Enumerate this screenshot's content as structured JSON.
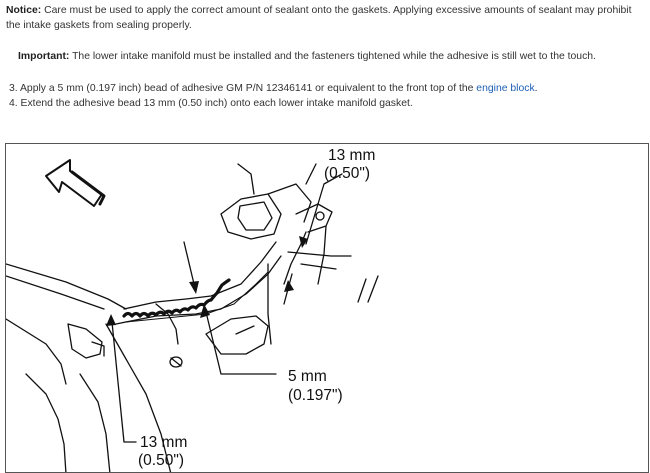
{
  "notice": {
    "label": "Notice:",
    "text": " Care must be used to apply the correct amount of sealant onto the gaskets. Applying excessive amounts of sealant may prohibit the intake gaskets from sealing properly."
  },
  "important": {
    "label": "Important:",
    "text": " The lower intake manifold must be installed and the fasteners tightened while the adhesive is still wet to the touch."
  },
  "steps": [
    {
      "num": "3.",
      "text_before": " Apply a 5 mm (0.197 inch) bead of adhesive GM P/N 12346141 or equivalent to the front top of the ",
      "link_text": "engine block",
      "text_after": "."
    },
    {
      "num": "4.",
      "text_before": " Extend the adhesive bead 13 mm (0.50 inch) onto each lower intake manifold gasket.",
      "link_text": "",
      "text_after": ""
    }
  ],
  "figure": {
    "labels": {
      "top_mm": "13 mm",
      "top_in": "(0.50\")",
      "mid_mm": "5 mm",
      "mid_in": "(0.197\")",
      "bottom_mm": "13 mm",
      "bottom_in": "(0.50\")"
    }
  }
}
